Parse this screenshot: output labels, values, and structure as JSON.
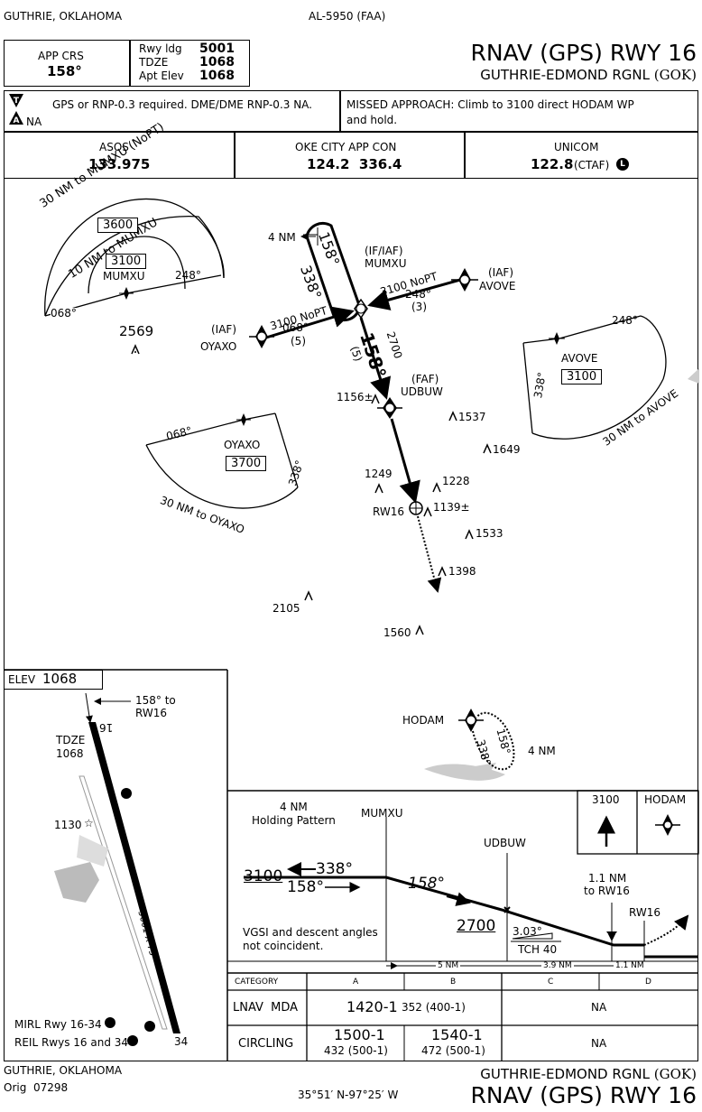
{
  "header": {
    "city_state": "GUTHRIE, OKLAHOMA",
    "chart_id": "AL-5950 (FAA)",
    "approach_title": "RNAV (GPS) RWY 16",
    "airport_name": "GUTHRIE-EDMOND RGNL",
    "airport_id": "(GOK)",
    "app_crs_label": "APP CRS",
    "app_crs_value": "158°",
    "rwy_ldg_label": "Rwy ldg",
    "rwy_ldg_value": "5001",
    "tdze_label": "TDZE",
    "tdze_value": "1068",
    "apt_elev_label": "Apt Elev",
    "apt_elev_value": "1068"
  },
  "notes": {
    "gps_note": "GPS or RNP-0.3 required.  DME/DME RNP-0.3 NA.",
    "na_note": "NA",
    "missed_approach": "MISSED APPROACH:  Climb to 3100 direct HODAM WP",
    "missed_approach_2": "and hold."
  },
  "comms": [
    {
      "label": "ASOS",
      "value": "133.975",
      "extra": ""
    },
    {
      "label": "OKE CITY APP CON",
      "value": "124.2  336.4",
      "extra": ""
    },
    {
      "label": "UNICOM",
      "value": "122.8",
      "extra": "(CTAF)"
    }
  ],
  "plan": {
    "mumxu_taa_outer": "30 NM to MUMXU (NoPT)",
    "mumxu_taa_inner": "10 NM to MUMXU",
    "mumxu_alt_outer": "3600",
    "mumxu_alt_inner": "3100",
    "mumxu_name": "MUMXU",
    "mumxu_brg_left": "068°",
    "mumxu_brg_right": "248°",
    "obst_2569": "2569",
    "hold_dist": "4 NM",
    "hold_brg_out": "158°",
    "hold_brg_in": "338°",
    "if_iaf_label": "(IF/IAF)",
    "if_iaf_name": "MUMXU",
    "avove_iaf_label": "(IAF)",
    "avove_name": "AVOVE",
    "avove_seg_alt": "3100 NoPT",
    "avove_seg_brg": "248°",
    "avove_seg_dist": "(3)",
    "oyaxo_iaf_label": "(IAF)",
    "oyaxo_name": "OYAXO",
    "oyaxo_seg_alt": "3100 NoPT",
    "oyaxo_seg_brg": "068°",
    "oyaxo_seg_dist": "(5)",
    "final_brg": "158°",
    "final_dist": "(5)",
    "final_alt": "2700",
    "faf_label": "(FAF)",
    "faf_name": "UDBUW",
    "obst_1156": "1156±",
    "obst_1537": "1537",
    "obst_1649": "1649",
    "obst_1249": "1249",
    "obst_1228": "1228",
    "obst_1139": "1139±",
    "rw16": "RW16",
    "obst_1533": "1533",
    "obst_1398": "1398",
    "obst_2105": "2105",
    "obst_1560": "1560",
    "avove_taa_brg1": "248°",
    "avove_taa_name": "AVOVE",
    "avove_taa_alt": "3100",
    "avove_taa_brg2": "338°",
    "avove_taa_arc": "30 NM to AVOVE",
    "oyaxo_taa_brg1": "068°",
    "oyaxo_taa_name": "OYAXO",
    "oyaxo_taa_alt": "3700",
    "oyaxo_taa_brg2": "338°",
    "oyaxo_taa_arc": "30 NM to OYAXO",
    "hodam_name": "HODAM",
    "hodam_brg_out": "158°",
    "hodam_brg_in": "338°",
    "hodam_dist": "4 NM"
  },
  "airport_sketch": {
    "elev_label": "ELEV",
    "elev_value": "1068",
    "course_note": "158° to",
    "course_note_2": "RW16",
    "tdze_label": "TDZE",
    "tdze_value": "1068",
    "rwy_16": "16",
    "rwy_34": "34",
    "obst_1130": "1130",
    "rwy_dims": "5001 X 75",
    "mirl_note": "MIRL Rwy 16-34",
    "reil_note": "REIL Rwys 16 and 34"
  },
  "profile": {
    "hold_note_1": "4 NM",
    "hold_note_2": "Holding Pattern",
    "mumxu": "MUMXU",
    "udbuw": "UDBUW",
    "alt_3100": "3100",
    "brg_338": "338°",
    "brg_158": "158°",
    "brg_158_seg": "158°",
    "alt_2700": "2700",
    "angle": "3.03°",
    "tch": "TCH 40",
    "dist_note_1": "1.1 NM",
    "dist_note_2": "to RW16",
    "rw16": "RW16",
    "vgsi_1": "VGSI and descent angles",
    "vgsi_2": "not coincident.",
    "ma_alt": "3100",
    "ma_fix": "HODAM",
    "seg_5nm": "5 NM",
    "seg_39nm": "3.9 NM",
    "seg_11nm": "1.1 NM"
  },
  "minimums": {
    "category_label": "CATEGORY",
    "categories": [
      "A",
      "B",
      "C",
      "D"
    ],
    "lnav_label": "LNAV  MDA",
    "lnav_ab_main": "1420-1",
    "lnav_ab_sub": "352 (400-1)",
    "lnav_cd": "NA",
    "circling_label": "CIRCLING",
    "circ_a_main": "1500-1",
    "circ_a_sub": "432 (500-1)",
    "circ_b_main": "1540-1",
    "circ_b_sub": "472 (500-1)",
    "circ_cd": "NA"
  },
  "footer": {
    "city_state": "GUTHRIE, OKLAHOMA",
    "amendment": "Orig  07298",
    "coords": "35°51′ N-97°25′ W",
    "airport_name": "GUTHRIE-EDMOND RGNL",
    "airport_id": "(GOK)",
    "approach_title": "RNAV (GPS) RWY 16"
  }
}
